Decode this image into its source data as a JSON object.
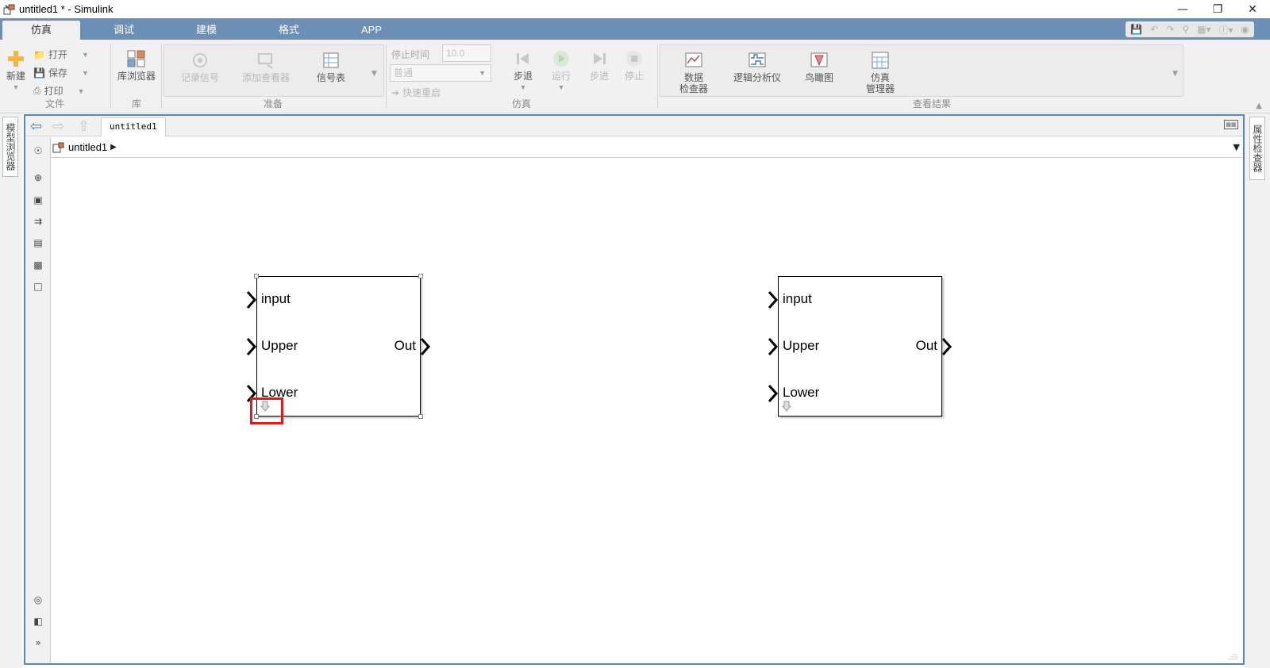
{
  "window": {
    "title": "untitled1 * - Simulink",
    "controls": [
      "minimize-icon",
      "restore-icon",
      "close-icon"
    ]
  },
  "tabs": [
    {
      "label": "仿真",
      "active": true
    },
    {
      "label": "调试",
      "active": false
    },
    {
      "label": "建模",
      "active": false
    },
    {
      "label": "格式",
      "active": false
    },
    {
      "label": "APP",
      "active": false
    }
  ],
  "ribbon": {
    "file": {
      "new_label": "新建",
      "open_label": "打开",
      "save_label": "保存",
      "print_label": "打印",
      "group_label": "文件"
    },
    "library": {
      "browser_label": "库浏览器",
      "group_label": "库"
    },
    "prepare": {
      "log_signals_label": "记录信号",
      "add_viewer_label": "添加查看器",
      "signal_table_label": "信号表",
      "group_label": "准备"
    },
    "simulate": {
      "stop_time_label": "停止时间",
      "stop_time_value": "10.0",
      "mode_value": "普通",
      "fast_restart_label": "快速重启",
      "step_back_label": "步退",
      "run_label": "运行",
      "step_forward_label": "步进",
      "stop_label": "停止",
      "group_label": "仿真"
    },
    "review": {
      "data_inspector_label_1": "数据",
      "data_inspector_label_2": "检查器",
      "logic_analyzer_label": "逻辑分析仪",
      "birds_eye_label": "鸟瞰图",
      "sim_manager_label_1": "仿真",
      "sim_manager_label_2": "管理器",
      "group_label": "查看结果"
    }
  },
  "side_panels": {
    "left_label": "模型浏览器",
    "right_label": "属性检查器"
  },
  "editor": {
    "doc_tab": "untitled1",
    "breadcrumb": "untitled1"
  },
  "blocks": [
    {
      "inputs": [
        "input",
        "Upper",
        "Lower"
      ],
      "output": "Out",
      "selected": true
    },
    {
      "inputs": [
        "input",
        "Upper",
        "Lower"
      ],
      "output": "Out",
      "selected": false
    }
  ],
  "colors": {
    "tabbar": "#6b8fb5",
    "editor_border": "#5a86b6",
    "highlight": "#e01b1b"
  }
}
